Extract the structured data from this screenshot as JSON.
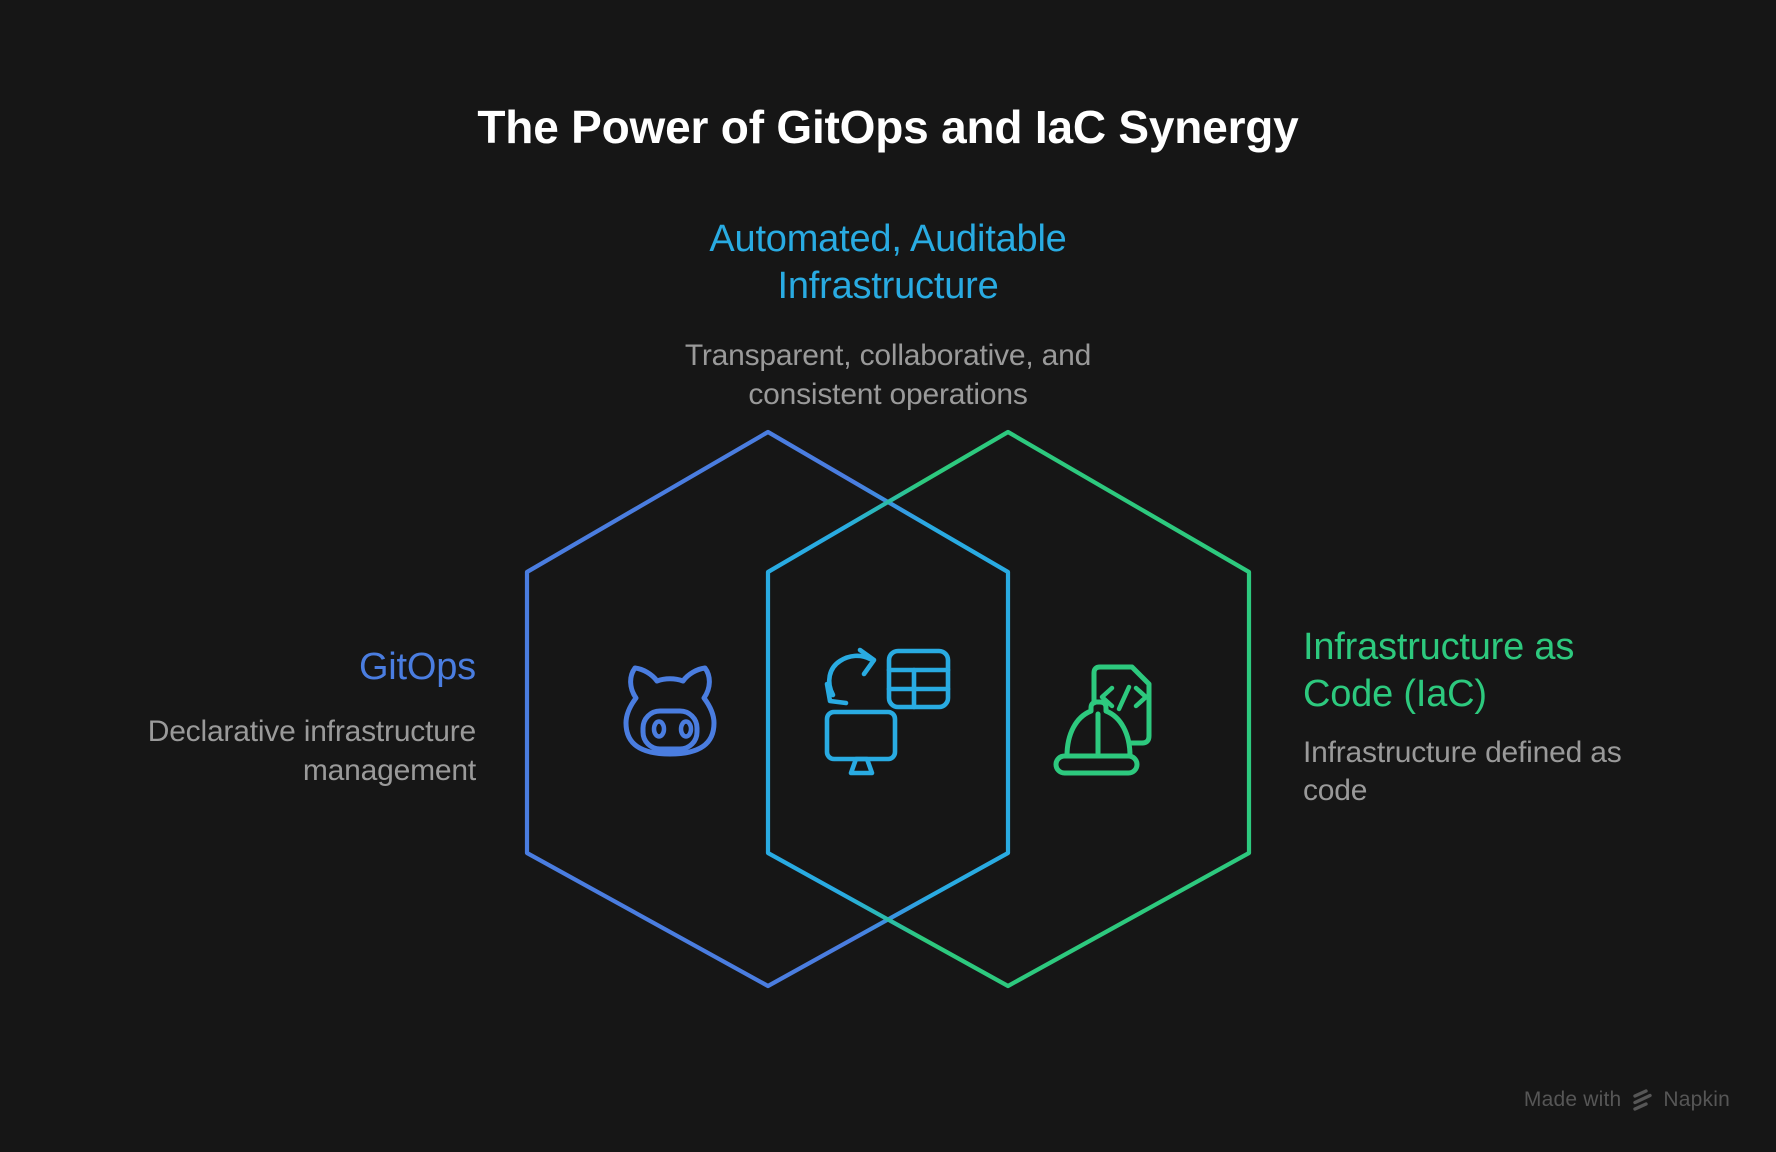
{
  "title": "The Power of GitOps and IaC Synergy",
  "colors": {
    "background": "#161616",
    "blue": "#4a7de0",
    "cyan": "#29abe2",
    "green": "#2dc97e",
    "gray": "#9a9a9a",
    "white": "#ffffff",
    "watermark": "#565656"
  },
  "top_label": {
    "heading": "Automated, Auditable\nInfrastructure",
    "description": "Transparent, collaborative, and\nconsistent operations"
  },
  "left_label": {
    "heading": "GitOps",
    "description": "Declarative infrastructure\nmanagement"
  },
  "right_label": {
    "heading": "Infrastructure as\nCode (IaC)",
    "description": "Infrastructure defined as\ncode"
  },
  "venn": {
    "left_set": "GitOps",
    "right_set": "Infrastructure as Code (IaC)",
    "overlap": "Automated, Auditable Infrastructure",
    "icons": {
      "left": "octocat-icon",
      "center": "sync-table-monitor-icon",
      "right": "hardhat-code-file-icon"
    }
  },
  "watermark": {
    "prefix": "Made with",
    "brand": "Napkin"
  }
}
